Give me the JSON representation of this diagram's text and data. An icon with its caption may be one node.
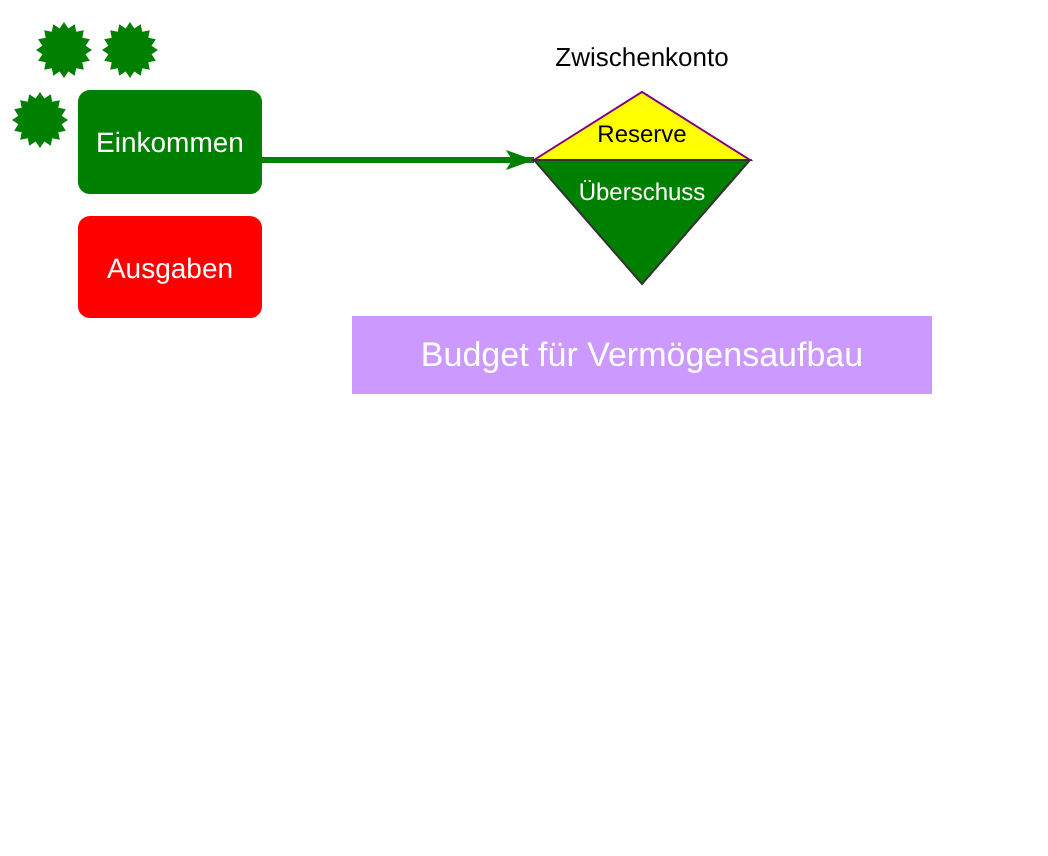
{
  "diagram": {
    "nodes": [
      {
        "text": [
          "Einkommen"
        ]
      },
      {
        "text": [
          "Ausgaben"
        ]
      },
      {
        "text": [
          "Zwischenkonto"
        ]
      },
      {
        "text": [
          "Reserve"
        ],
        "in": 2
      },
      {
        "text": [
          "Überschuss"
        ],
        "in": 2
      },
      {
        "text": [
          "Budget für Vermögensaufbau"
        ]
      }
    ],
    "edges": [
      {
        "from": 0,
        "to": 2,
        "arrow": "to"
      }
    ]
  }
}
